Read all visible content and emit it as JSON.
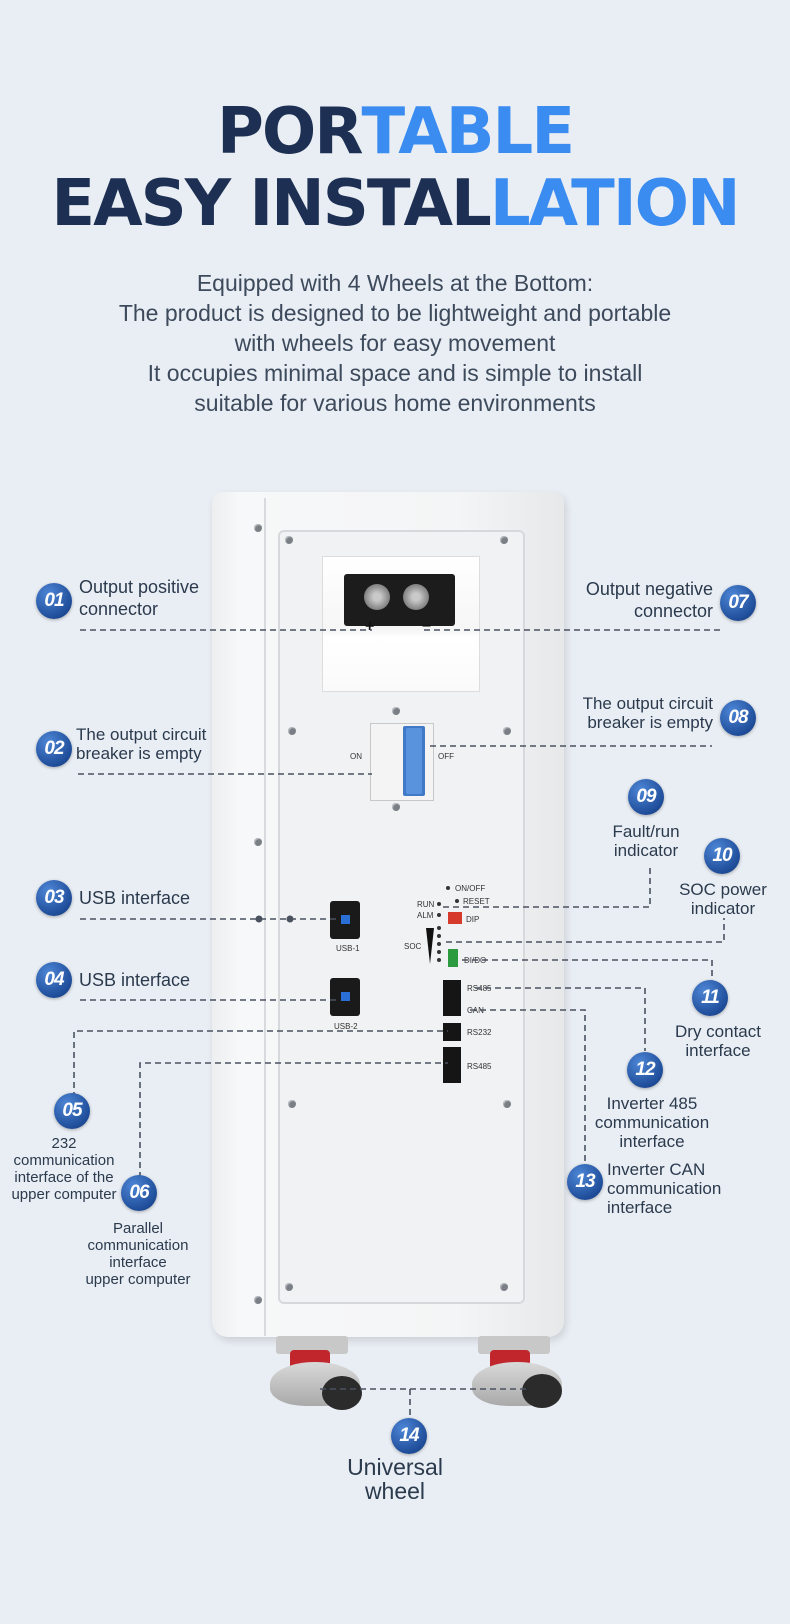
{
  "title": {
    "line1_dark": "POR",
    "line1_blue": "TABLE",
    "line2_dark": "EASY INSTAL",
    "line2_blue": "LATION"
  },
  "description": [
    "Equipped with 4 Wheels at the Bottom:",
    "The product is designed to be lightweight and portable",
    "with wheels for easy movement",
    "It occupies minimal space and is simple to install",
    "suitable for various home environments"
  ],
  "device": {
    "terminal_positive": "+",
    "terminal_negative": "−",
    "breaker_on": "ON",
    "breaker_off": "OFF",
    "usb1": "USB-1",
    "usb2": "USB-2",
    "on_off": "ON/OFF",
    "reset": "RESET",
    "run": "RUN",
    "alm": "ALM",
    "dip": "DIP",
    "soc": "SOC",
    "di_do": "DI/DO",
    "rs485_top": "RS485",
    "can": "CAN",
    "rs232": "RS232",
    "rs485_bottom": "RS485"
  },
  "callouts": {
    "c01": {
      "num": "01",
      "lines": [
        "Output positive",
        "connector"
      ]
    },
    "c02": {
      "num": "02",
      "lines": [
        "The output circuit",
        "breaker is empty"
      ]
    },
    "c03": {
      "num": "03",
      "lines": [
        "USB interface"
      ]
    },
    "c04": {
      "num": "04",
      "lines": [
        "USB interface"
      ]
    },
    "c05": {
      "num": "05",
      "lines": [
        "232",
        "communication",
        "interface of the",
        "upper computer"
      ]
    },
    "c06": {
      "num": "06",
      "lines": [
        "Parallel",
        "communication",
        "interface",
        "upper computer"
      ]
    },
    "c07": {
      "num": "07",
      "lines": [
        "Output negative",
        "connector"
      ]
    },
    "c08": {
      "num": "08",
      "lines": [
        "The output circuit",
        "breaker is empty"
      ]
    },
    "c09": {
      "num": "09",
      "lines": [
        "Fault/run",
        "indicator"
      ]
    },
    "c10": {
      "num": "10",
      "lines": [
        "SOC power",
        "indicator"
      ]
    },
    "c11": {
      "num": "11",
      "lines": [
        "Dry contact",
        "interface"
      ]
    },
    "c12": {
      "num": "12",
      "lines": [
        "Inverter 485",
        "communication",
        "interface"
      ]
    },
    "c13": {
      "num": "13",
      "lines": [
        "Inverter CAN",
        "communication",
        "interface"
      ]
    },
    "c14": {
      "num": "14",
      "lines": [
        "Universal",
        "wheel"
      ]
    }
  },
  "colors": {
    "title_dark": "#1d2f52",
    "title_blue": "#3b8cf0",
    "badge": "#1f4d99",
    "background": "#e9eef4"
  }
}
